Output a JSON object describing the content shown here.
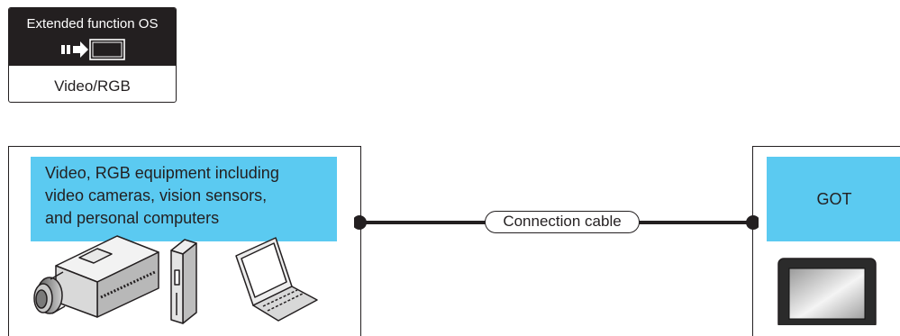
{
  "badge": {
    "title": "Extended function OS",
    "label": "Video/RGB",
    "icon": "extended-function-os-icon"
  },
  "equipment": {
    "lines": [
      "Video, RGB equipment including",
      "video cameras, vision sensors,",
      "and personal computers"
    ],
    "devices": [
      "video-camera-icon",
      "vision-sensor-icon",
      "laptop-icon"
    ]
  },
  "connection": {
    "label": "Connection cable"
  },
  "got": {
    "label": "GOT",
    "device": "got-panel-icon"
  },
  "colors": {
    "label_fill": "#5bcaf1",
    "ink": "#231f20"
  }
}
